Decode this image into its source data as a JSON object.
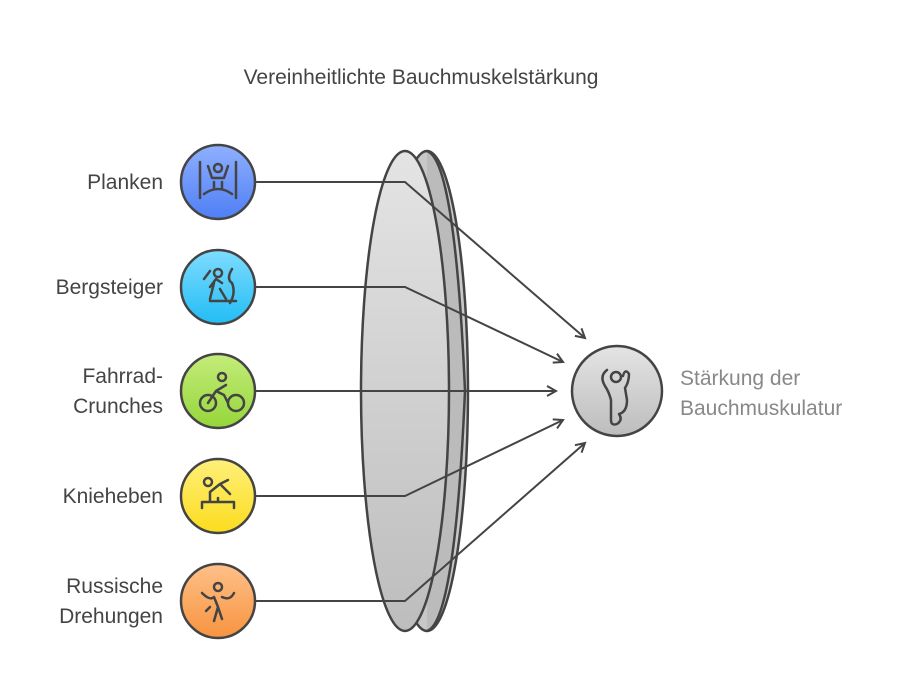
{
  "title": "Vereinheitlichte Bauchmuskelstärkung",
  "inputs": [
    {
      "lines": [
        "Planken"
      ],
      "icon": "pull-up-icon",
      "color_top": "#8fb0ff",
      "color_bottom": "#4f7ff5"
    },
    {
      "lines": [
        "Bergsteiger"
      ],
      "icon": "climber-icon",
      "color_top": "#7fdcff",
      "color_bottom": "#22bdf5"
    },
    {
      "lines": [
        "Fahrrad-",
        "Crunches"
      ],
      "icon": "cyclist-icon",
      "color_top": "#c4ec7a",
      "color_bottom": "#95d63a"
    },
    {
      "lines": [
        "Knieheben"
      ],
      "icon": "gymnast-icon",
      "color_top": "#fff07a",
      "color_bottom": "#fbdc1e"
    },
    {
      "lines": [
        "Russische",
        "Drehungen"
      ],
      "icon": "twisting-person-icon",
      "color_top": "#ffc08a",
      "color_bottom": "#f79440"
    }
  ],
  "output": {
    "lines": [
      "Stärkung der",
      "Bauchmuskulatur"
    ],
    "icon": "ab-muscle-icon"
  }
}
